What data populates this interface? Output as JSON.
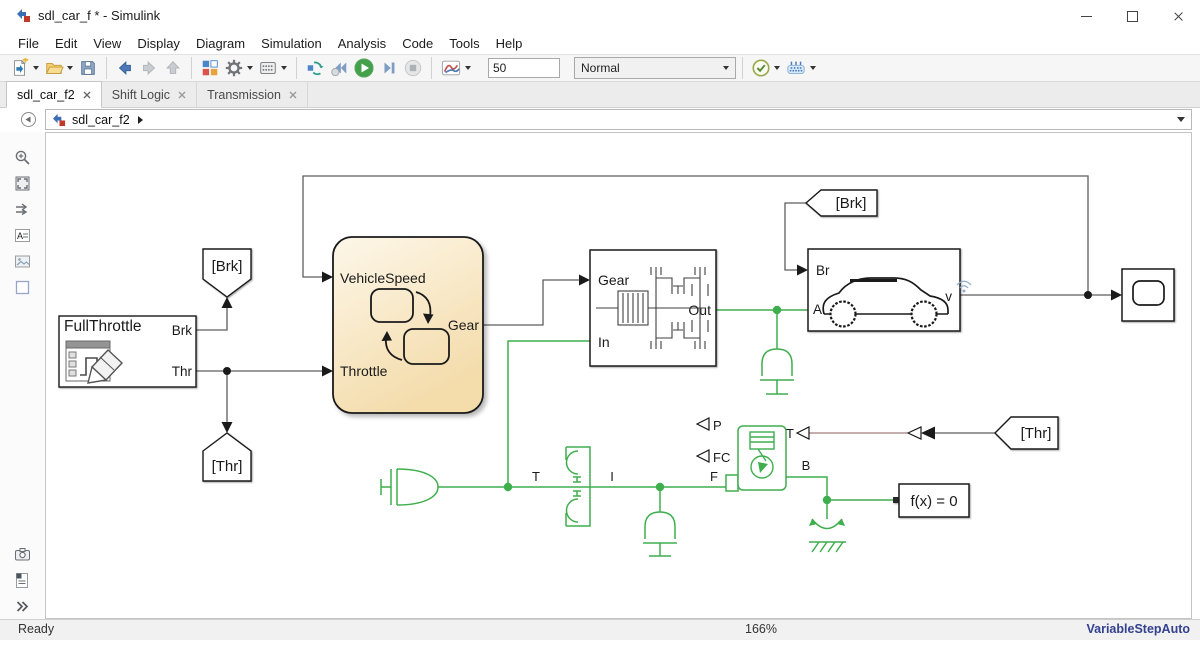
{
  "window": {
    "title": "sdl_car_f * - Simulink"
  },
  "menu": {
    "items": [
      "File",
      "Edit",
      "View",
      "Display",
      "Diagram",
      "Simulation",
      "Analysis",
      "Code",
      "Tools",
      "Help"
    ]
  },
  "toolbar": {
    "sim_stop_time": "50",
    "mode": "Normal",
    "icons": [
      "new-model",
      "open",
      "save",
      "back",
      "forward",
      "up",
      "library-browser",
      "settings",
      "model-config",
      "update-diagram",
      "step-back",
      "run",
      "step-forward",
      "stop",
      "data-inspector",
      "check-model",
      "fast-restart"
    ]
  },
  "tabs": [
    {
      "label": "sdl_car_f2",
      "active": true
    },
    {
      "label": "Shift Logic",
      "active": false
    },
    {
      "label": "Transmission",
      "active": false
    }
  ],
  "breadcrumb": {
    "path": "sdl_car_f2"
  },
  "sidebar": {
    "icons": [
      "hide-browser",
      "zoom",
      "fit-to-view",
      "signal-routing",
      "annotation",
      "image",
      "shape",
      "screenshot",
      "model-explorer",
      "expand"
    ]
  },
  "diagram": {
    "goto_brk": "[Brk]",
    "goto_thr": "[Thr]",
    "from_brk": "[Brk]",
    "from_thr": "[Thr]",
    "fullthrottle": {
      "title": "FullThrottle",
      "port_brk": "Brk",
      "port_thr": "Thr"
    },
    "chart": {
      "port_vehiclespeed": "VehicleSpeed",
      "port_throttle": "Throttle",
      "port_gear": "Gear"
    },
    "transmission": {
      "port_gear": "Gear",
      "port_in": "In",
      "port_out": "Out"
    },
    "vehicle": {
      "port_br": "Br",
      "port_a": "A",
      "port_v": "v"
    },
    "solver_block": "f(x) = 0",
    "labels": {
      "t_shaft": "T",
      "i_shaft": "I",
      "p": "P",
      "fc": "FC",
      "f": "F",
      "b": "B",
      "t_signal": "T"
    }
  },
  "statusbar": {
    "status": "Ready",
    "zoom": "166%",
    "solver": "VariableStepAuto"
  },
  "colors": {
    "physical_wire_green": "#3fae4d",
    "signal_wire_gray": "#5e5e5e",
    "chart_fill_top": "#fdf7e9",
    "chart_fill_bottom": "#f4dcab",
    "run_green": "#3f9d46",
    "accent_blue": "#4a78b8",
    "solver_text": "#33418f"
  }
}
